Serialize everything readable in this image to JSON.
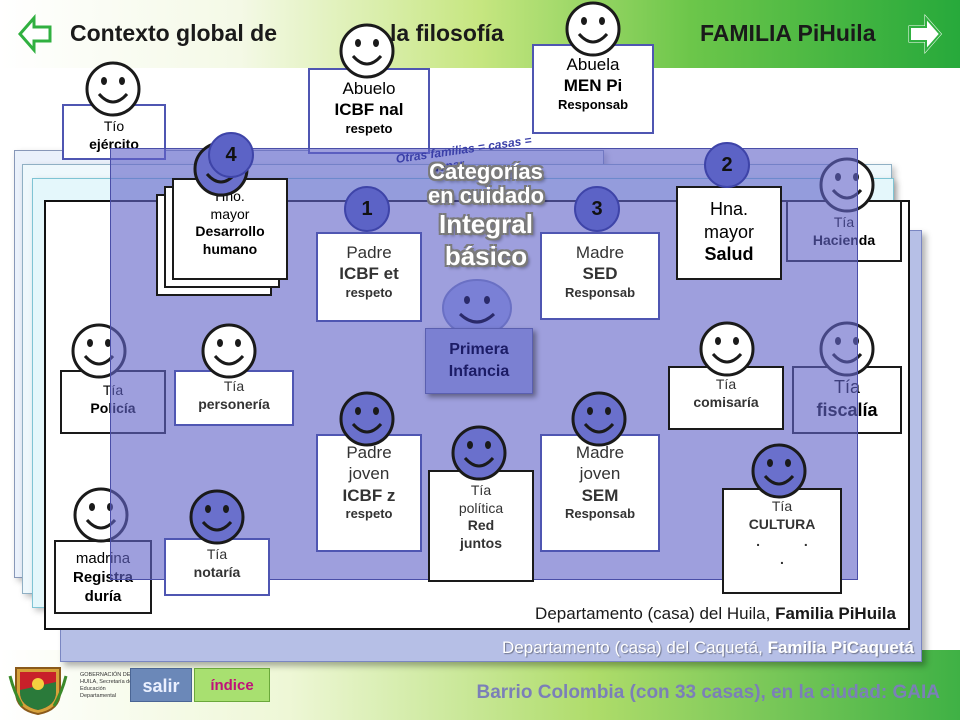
{
  "header": {
    "title_left": "Contexto global de",
    "title_mid": "la filosofía",
    "title_right": "FAMILIA PiHuila",
    "back_icon": "hollow-left-arrow-icon",
    "next_icon": "hollow-right-arrow-icon"
  },
  "overlay": {
    "rotated_text_line1": "Otras familias = casas =",
    "rotated_text_line2": "depar",
    "categorias_line1": "Categorías",
    "categorias_line2": "en cuidado",
    "categorias_line3": "Integral",
    "categorias_line4": "básico"
  },
  "badges": {
    "b1": "1",
    "b2": "2",
    "b3": "3",
    "b4": "4"
  },
  "cards": {
    "abuela": {
      "l1": "Abuela",
      "l2": "MEN Pi",
      "l3": "Responsab"
    },
    "abuelo": {
      "l1": "Abuelo",
      "l2": "ICBF nal",
      "l3": "respeto"
    },
    "tio_ejercito": {
      "l1": "Tío",
      "l2": "ejército"
    },
    "hno_mayor": {
      "l1": "Hno.",
      "l2": "mayor",
      "l3": "Desarrollo",
      "l4": "humano"
    },
    "hna_mayor": {
      "l1": "Hna.",
      "l2": "mayor",
      "l3": "Salud"
    },
    "tia_hacienda": {
      "l1": "Tía",
      "l2": "Hacienda"
    },
    "padre": {
      "l1": "Padre",
      "l2": "ICBF et",
      "l3": "respeto"
    },
    "madre": {
      "l1": "Madre",
      "l2": "SED",
      "l3": "Responsab"
    },
    "primera_infancia": {
      "l1": "Primera",
      "l2": "Infancia"
    },
    "tia_policia": {
      "l1": "Tía",
      "l2": "Policía"
    },
    "tia_personeria": {
      "l1": "Tía",
      "l2": "personería"
    },
    "tia_comisaria": {
      "l1": "Tía",
      "l2": "comisaría"
    },
    "tia_fiscalia": {
      "l1": "Tía",
      "l2": "fiscalía"
    },
    "padre_joven": {
      "l1": "Padre",
      "l2": "joven",
      "l3": "ICBF z",
      "l4": "respeto"
    },
    "tia_politica": {
      "l1": "Tía",
      "l2": "política",
      "l3": "Red",
      "l4": "juntos"
    },
    "madre_joven": {
      "l1": "Madre",
      "l2": "joven",
      "l3": "SEM",
      "l4": "Responsab"
    },
    "tia_cultura": {
      "l1": "Tía",
      "l2": "CULTURA",
      "l3": ". .",
      "l4": "."
    },
    "madrina": {
      "l1": "madrina",
      "l2": "Registra",
      "l3": "duría"
    },
    "tia_notaria": {
      "l1": "Tía",
      "l2": "notaría"
    }
  },
  "departments": {
    "huila_prefix": "Departamento (casa) del Huila, ",
    "huila_family": "Familia PiHuila",
    "caqueta_prefix": "Departamento (casa) del Caquetá, ",
    "caqueta_family": "Familia PiCaquetá"
  },
  "footer": {
    "gov_text": "GOBERNACIÓN DEL HUILA, Secretaría de Educación Departamental",
    "salir_label": "salir",
    "indice_label": "índice",
    "barrio_text": "Barrio Colombia  (con 33 casas), en la ciudad: GAIA"
  },
  "colors": {
    "overlay": "#6264c8",
    "accent_green": "#27a93b",
    "primera_infancia_text": "#1c1c66",
    "indice_text": "#c0107a"
  }
}
